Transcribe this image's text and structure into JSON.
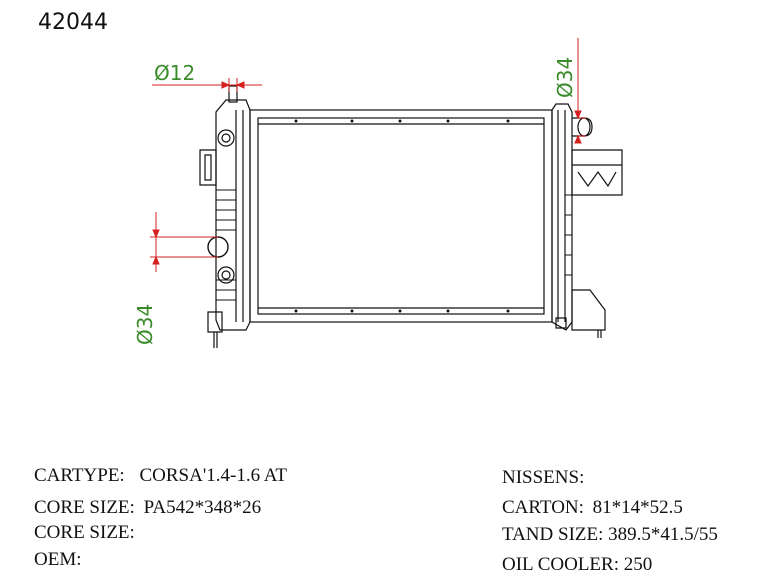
{
  "part_number": "42044",
  "dimensions": {
    "inlet_left": "Ø12",
    "outlet_right_top": "Ø34",
    "outlet_left": "Ø34"
  },
  "specs_left": [
    {
      "label": "CARTYPE:",
      "value": "CORSA'1.4-1.6    AT"
    },
    {
      "label": "CORE SIZE:",
      "value": "PA542*348*26"
    },
    {
      "label": "CORE SIZE:",
      "value": ""
    },
    {
      "label": "OEM:",
      "value": ""
    }
  ],
  "specs_right": [
    {
      "label": "NISSENS:",
      "value": ""
    },
    {
      "label": "CARTON:",
      "value": "81*14*52.5"
    },
    {
      "label": "TAND SIZE:",
      "value": "389.5*41.5/55"
    },
    {
      "label": "OIL COOLER:",
      "value": "250"
    }
  ],
  "colors": {
    "line": "#111111",
    "dimension_red": "#d62020",
    "dimension_text_green": "#3a8c2a"
  }
}
